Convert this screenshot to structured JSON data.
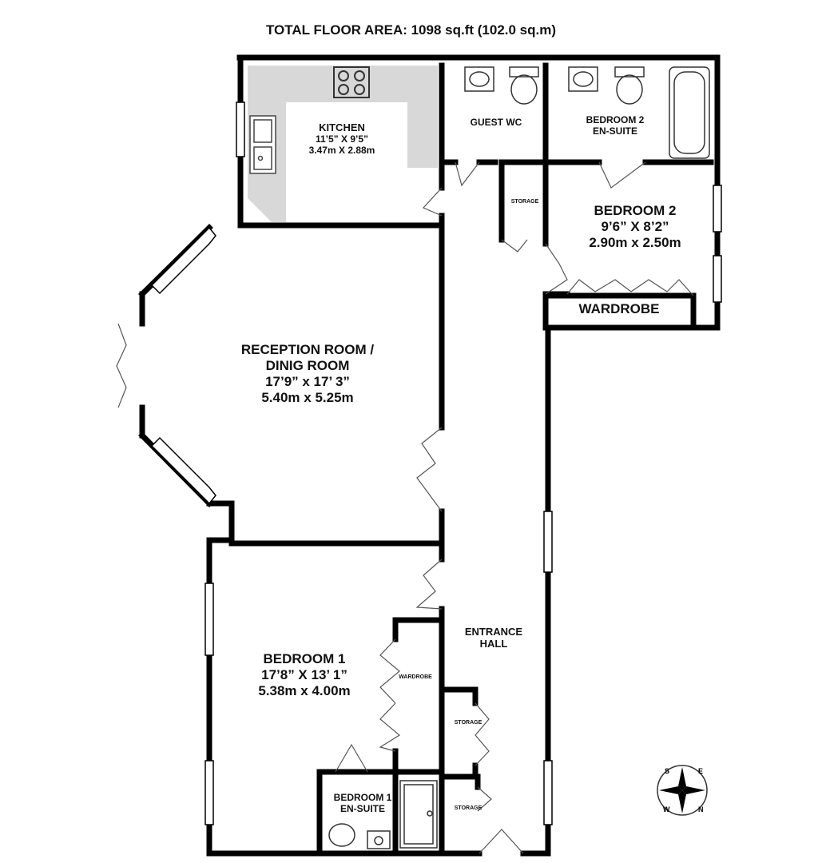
{
  "header": {
    "total_area": "TOTAL FLOOR AREA: 1098 sq.ft (102.0 sq.m)"
  },
  "rooms": {
    "kitchen": {
      "name": "KITCHEN",
      "imperial": "11’5” X 9’5”",
      "metric": "3.47m X 2.88m"
    },
    "guest_wc": {
      "name": "GUEST WC"
    },
    "bed2_ensuite": {
      "line1": "BEDROOM 2",
      "line2": "EN-SUITE"
    },
    "bedroom2": {
      "name": "BEDROOM 2",
      "imperial": "9’6” X 8’2”",
      "metric": "2.90m x 2.50m"
    },
    "wardrobe2": {
      "name": "WARDROBE"
    },
    "storage_top": {
      "name": "STORAGE"
    },
    "reception": {
      "line1": "RECEPTION ROOM /",
      "line2": "DINIG ROOM",
      "imperial": "17’9” x 17’ 3”",
      "metric": "5.40m x 5.25m"
    },
    "entrance": {
      "line1": "ENTRANCE",
      "line2": "HALL"
    },
    "bedroom1": {
      "name": "BEDROOM 1",
      "imperial": "17’8” X 13’ 1”",
      "metric": "5.38m x 4.00m"
    },
    "wardrobe1": {
      "name": "WARDROBE"
    },
    "storage_mid": {
      "name": "STORAGE"
    },
    "storage_low": {
      "name": "STORAGE"
    },
    "bed1_ensuite": {
      "line1": "BEDROOM 1",
      "line2": "EN-SUITE"
    }
  },
  "compass": {
    "icon": "compass-rose-icon",
    "letters": [
      "S",
      "E",
      "W",
      "N"
    ]
  },
  "colors": {
    "wall": "#000000",
    "counter": "#d8d8d8",
    "fixture": "#333333",
    "window": "#ffffff"
  }
}
